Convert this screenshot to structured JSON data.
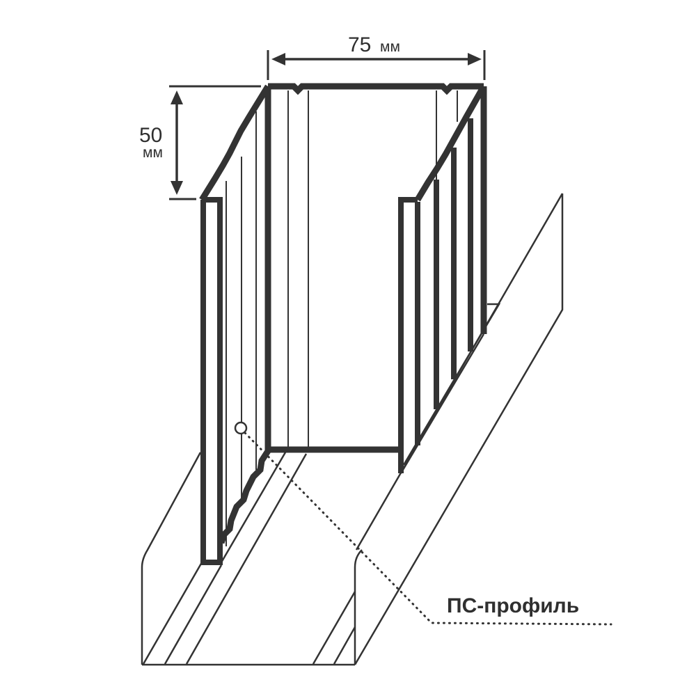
{
  "diagram": {
    "title_label": "ПС-профиль",
    "dimensions": {
      "width": {
        "value": "75",
        "unit": "мм"
      },
      "depth": {
        "value": "50",
        "unit": "мм"
      }
    },
    "colors": {
      "line": "#333333",
      "background": "#ffffff"
    },
    "components": [
      "stud-profile",
      "track-profile",
      "dimension-width",
      "dimension-depth",
      "callout-leader"
    ]
  }
}
